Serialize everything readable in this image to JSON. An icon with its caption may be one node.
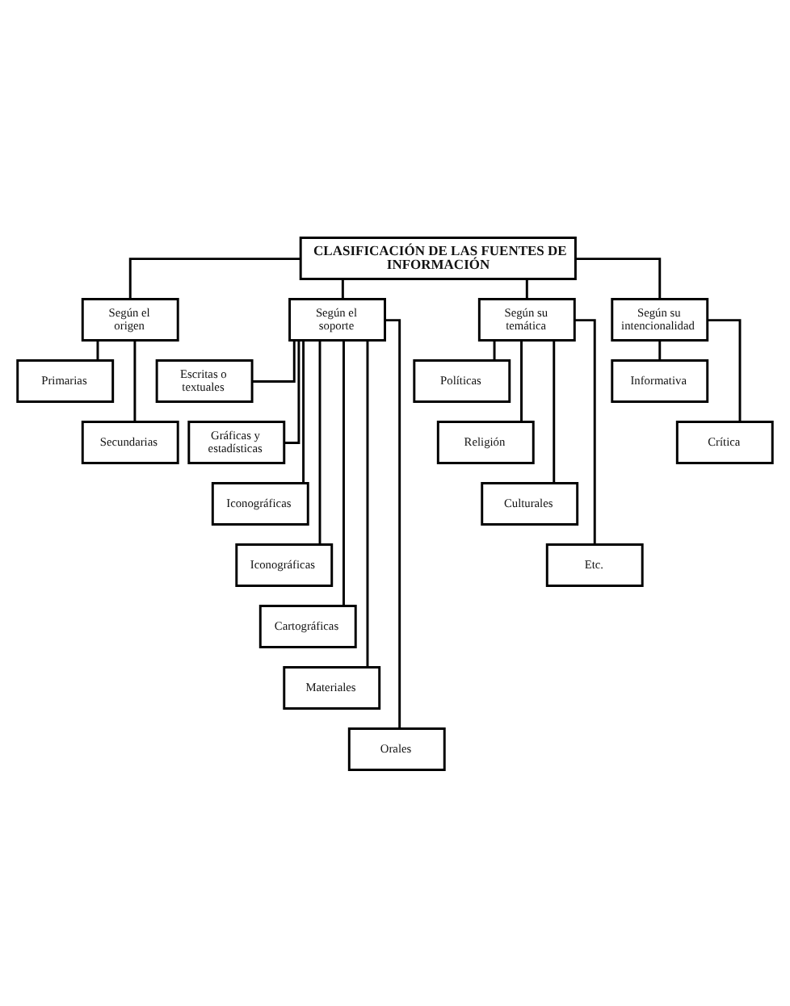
{
  "diagram": {
    "nodes": [
      {
        "text": [
          "CLASIFICACIÓN DE LAS FUENTES DE INFORMACIÓN"
        ]
      },
      {
        "text": [
          "Según el origen"
        ]
      },
      {
        "text": [
          "Según el soporte"
        ]
      },
      {
        "text": [
          "Según su temática"
        ]
      },
      {
        "text": [
          "Según su intencionalidad"
        ]
      },
      {
        "text": [
          "Primarias"
        ]
      },
      {
        "text": [
          "Escritas o textuales"
        ]
      },
      {
        "text": [
          "Políticas"
        ]
      },
      {
        "text": [
          "Informativa"
        ]
      },
      {
        "text": [
          "Secundarias"
        ]
      },
      {
        "text": [
          "Gráficas y estadísticas"
        ]
      },
      {
        "text": [
          "Religión"
        ]
      },
      {
        "text": [
          "Crítica"
        ]
      },
      {
        "text": [
          "Iconográficas"
        ]
      },
      {
        "text": [
          "Culturales"
        ]
      },
      {
        "text": [
          "Iconográficas"
        ]
      },
      {
        "text": [
          "Etc."
        ]
      },
      {
        "text": [
          "Cartográficas"
        ]
      },
      {
        "text": [
          "Materiales"
        ]
      },
      {
        "text": [
          "Orales"
        ]
      }
    ],
    "edges": [
      {
        "from": 0,
        "to": 1,
        "arrow": "none"
      },
      {
        "from": 0,
        "to": 2,
        "arrow": "none"
      },
      {
        "from": 0,
        "to": 3,
        "arrow": "none"
      },
      {
        "from": 0,
        "to": 4,
        "arrow": "none"
      },
      {
        "from": 1,
        "to": 5,
        "arrow": "none"
      },
      {
        "from": 1,
        "to": 9,
        "arrow": "none"
      },
      {
        "from": 2,
        "to": 6,
        "arrow": "none"
      },
      {
        "from": 2,
        "to": 10,
        "arrow": "none"
      },
      {
        "from": 2,
        "to": 13,
        "arrow": "none"
      },
      {
        "from": 2,
        "to": 15,
        "arrow": "none"
      },
      {
        "from": 2,
        "to": 17,
        "arrow": "none"
      },
      {
        "from": 2,
        "to": 18,
        "arrow": "none"
      },
      {
        "from": 2,
        "to": 19,
        "arrow": "none"
      },
      {
        "from": 3,
        "to": 7,
        "arrow": "none"
      },
      {
        "from": 3,
        "to": 11,
        "arrow": "none"
      },
      {
        "from": 3,
        "to": 14,
        "arrow": "none"
      },
      {
        "from": 3,
        "to": 16,
        "arrow": "none"
      },
      {
        "from": 4,
        "to": 8,
        "arrow": "none"
      },
      {
        "from": 4,
        "to": 12,
        "arrow": "none"
      }
    ]
  }
}
